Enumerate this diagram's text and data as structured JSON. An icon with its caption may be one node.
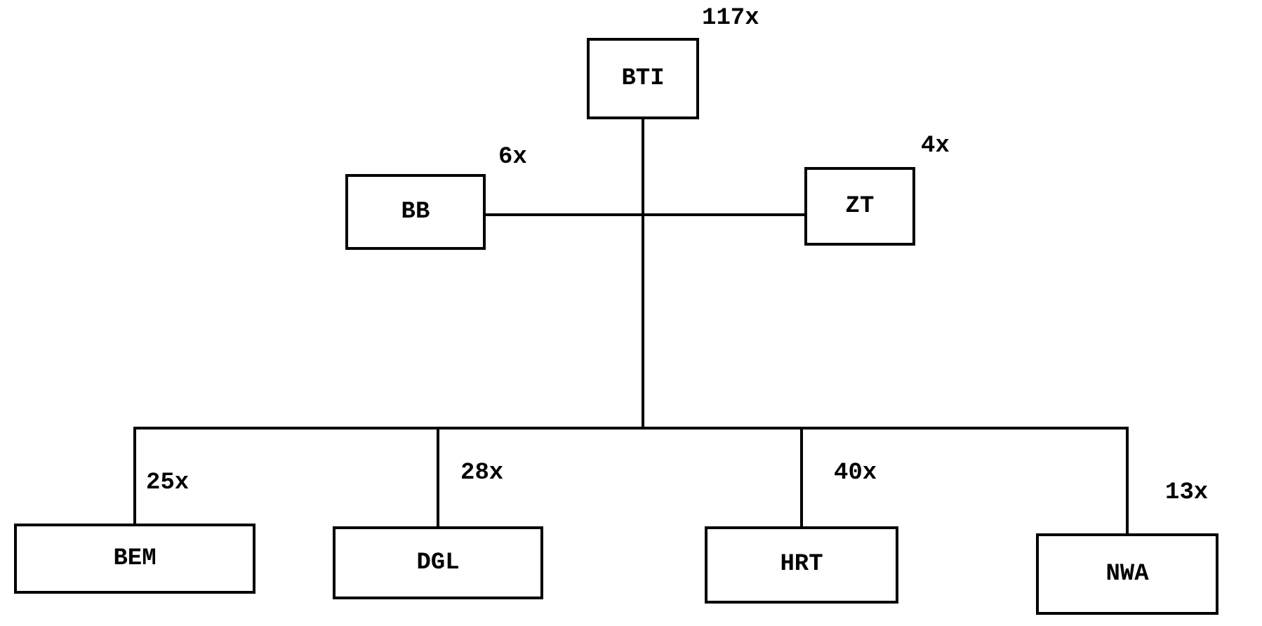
{
  "diagram": {
    "nodes": [
      {
        "text": [
          "BTI"
        ],
        "beside": [
          "117x"
        ]
      },
      {
        "text": [
          "BB"
        ],
        "beside": [
          "6x"
        ]
      },
      {
        "text": [
          "ZT"
        ],
        "beside": [
          "4x"
        ]
      },
      {
        "text": [
          "BEM"
        ],
        "beside": [
          "25x"
        ]
      },
      {
        "text": [
          "DGL"
        ],
        "beside": [
          "28x"
        ]
      },
      {
        "text": [
          "HRT"
        ],
        "beside": [
          "40x"
        ]
      },
      {
        "text": [
          "NWA"
        ],
        "beside": [
          "13x"
        ]
      }
    ],
    "edges": [
      {
        "from": 0,
        "to": 1,
        "arrow": "none"
      },
      {
        "from": 0,
        "to": 2,
        "arrow": "none"
      },
      {
        "from": 0,
        "to": 3,
        "arrow": "none"
      },
      {
        "from": 0,
        "to": 4,
        "arrow": "none"
      },
      {
        "from": 0,
        "to": 5,
        "arrow": "none"
      },
      {
        "from": 0,
        "to": 6,
        "arrow": "none"
      }
    ]
  }
}
